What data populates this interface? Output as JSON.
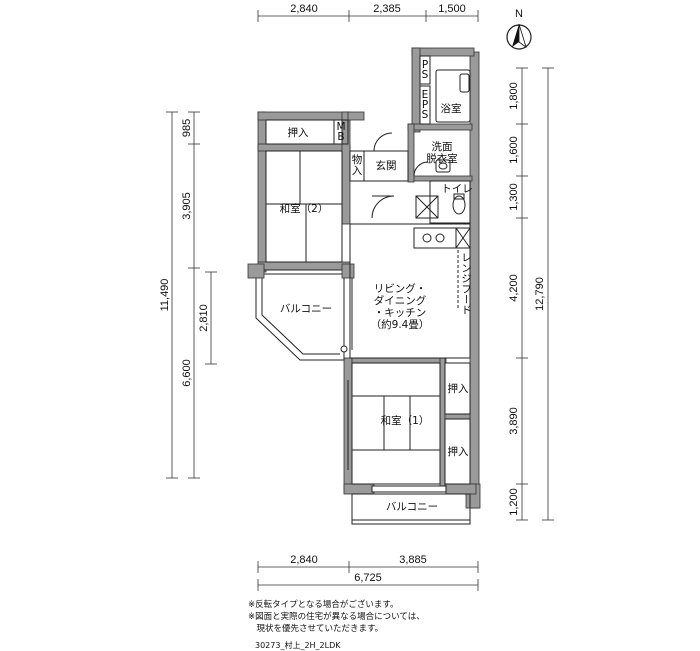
{
  "compass": {
    "label": "N"
  },
  "dimensions": {
    "top": [
      "2,840",
      "2,385",
      "1,500"
    ],
    "right": [
      "1,800",
      "1,600",
      "1,300",
      "4,200",
      "3,890",
      "1,200"
    ],
    "right_total": "12,790",
    "left_outer": [
      "985",
      "3,905",
      "6,600"
    ],
    "left_inner": "2,810",
    "left_total": "11,490",
    "bottom": [
      "2,840",
      "3,885"
    ],
    "bottom_total": "6,725"
  },
  "rooms": {
    "oshiire_top": "押入",
    "mb": [
      "M",
      "B"
    ],
    "ps": [
      "P",
      "S"
    ],
    "eps": [
      "E",
      "P",
      "S"
    ],
    "bathroom": "浴室",
    "washroom": [
      "洗面",
      "脱衣室"
    ],
    "monoire": [
      "物",
      "入"
    ],
    "entrance": "玄関",
    "toilet": "トイレ",
    "japanese_room_2": "和室（2）",
    "range_hood": "レンジフード",
    "ldk": [
      "リビング・",
      "ダイニング",
      "・キッチン",
      "（約9.4畳）"
    ],
    "balcony_left": "バルコニー",
    "japanese_room_1": "和室（1）",
    "oshiire_right_1": "押入",
    "oshiire_right_2": "押入",
    "balcony_bottom": "バルコニー"
  },
  "notes": [
    "※反転タイプとなる場合がございます。",
    "※図面と実際の住宅が異なる場合については、",
    "　現状を優先させていただきます。"
  ],
  "plan_code": "30273_村上_2H_2LDK"
}
